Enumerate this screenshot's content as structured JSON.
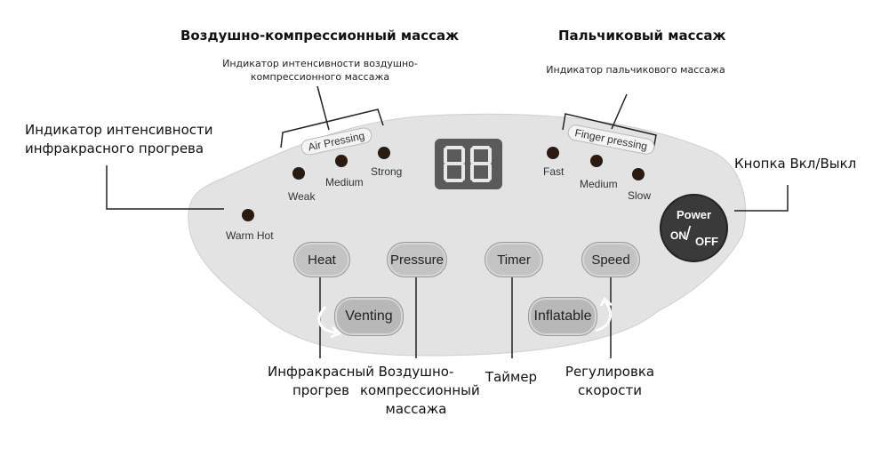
{
  "titles": {
    "air": "Воздушно-компрессионный массаж",
    "finger": "Пальчиковый массаж"
  },
  "notes": {
    "air_indicator": [
      "Индикатор интенсивности воздушно-",
      "компрессионного массажа"
    ],
    "finger_indicator": "Индикатор пальчикового массажа"
  },
  "callouts": {
    "infrared_indicator": [
      "Индикатор интенсивности",
      "инфракрасного прогрева"
    ],
    "power_button": "Кнопка Вкл/Выкл",
    "heat": [
      "Инфракрасный",
      "прогрев"
    ],
    "pressure": [
      "Воздушно-",
      "компрессионный",
      "массажа"
    ],
    "timer": "Таймер",
    "speed": [
      "Регулировка",
      "скорости"
    ]
  },
  "panel": {
    "air_tag": "Air Pressing",
    "finger_tag": "Finger pressing",
    "indicators": {
      "warm_hot": "Warm Hot",
      "weak": "Weak",
      "medium_air": "Medium",
      "strong": "Strong",
      "fast": "Fast",
      "medium_finger": "Medium",
      "slow": "Slow"
    },
    "display": "88",
    "buttons": {
      "heat": "Heat",
      "pressure": "Pressure",
      "timer": "Timer",
      "speed": "Speed",
      "venting": "Venting",
      "inflatable": "Inflatable"
    },
    "power": {
      "line1": "Power",
      "on": "ON",
      "off": "OFF"
    }
  }
}
